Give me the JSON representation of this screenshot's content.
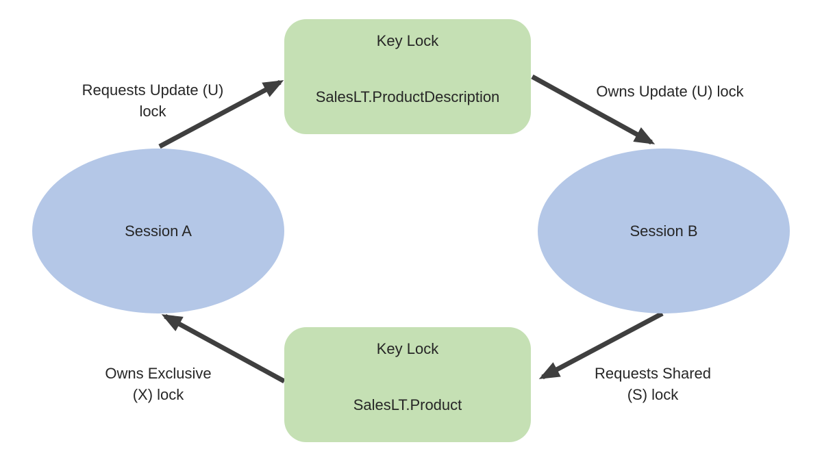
{
  "diagram": {
    "type": "deadlock-cycle",
    "colors": {
      "bg": "#ffffff",
      "session_fill": "#b4c7e7",
      "lock_fill": "#c5e0b4",
      "arrow": "#3f3f3f",
      "text": "#262626"
    },
    "nodes": {
      "session_a": {
        "label": "Session A",
        "shape": "ellipse"
      },
      "session_b": {
        "label": "Session B",
        "shape": "ellipse"
      },
      "key_lock_top": {
        "title": "Key Lock",
        "resource": "SalesLT.ProductDescription",
        "shape": "rounded-rect"
      },
      "key_lock_bottom": {
        "title": "Key Lock",
        "resource": "SalesLT.Product",
        "shape": "rounded-rect"
      }
    },
    "edges": {
      "a_requests_update": {
        "from": "session_a",
        "to": "key_lock_top",
        "line1": "Requests Update (U)",
        "line2": "lock"
      },
      "b_owns_update": {
        "from": "key_lock_top",
        "to": "session_b",
        "line1": "Owns Update (U) lock",
        "line2": ""
      },
      "b_requests_shared": {
        "from": "session_b",
        "to": "key_lock_bottom",
        "line1": "Requests Shared",
        "line2": "(S) lock"
      },
      "a_owns_exclusive": {
        "from": "key_lock_bottom",
        "to": "session_a",
        "line1": "Owns Exclusive",
        "line2": "(X) lock"
      }
    }
  }
}
